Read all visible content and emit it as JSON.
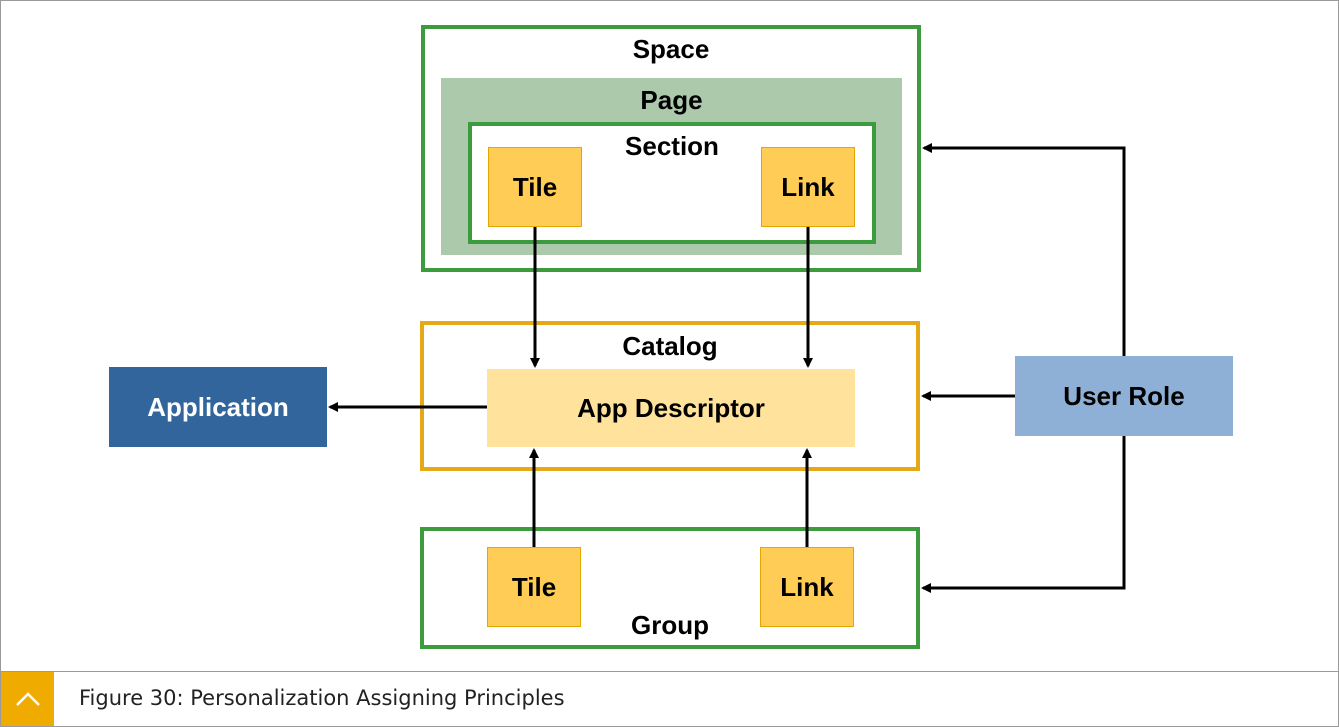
{
  "diagram": {
    "space": {
      "label": "Space"
    },
    "page": {
      "label": "Page"
    },
    "section": {
      "label": "Section",
      "tile": "Tile",
      "link": "Link"
    },
    "catalog": {
      "label": "Catalog",
      "app_descriptor": "App Descriptor"
    },
    "application": {
      "label": "Application"
    },
    "user_role": {
      "label": "User Role"
    },
    "group": {
      "label": "Group",
      "tile": "Tile",
      "link": "Link"
    },
    "colors": {
      "green_border": "#3c9b3c",
      "page_fill": "#acc9ac",
      "tile_fill": "#ffcc55",
      "tile_border": "#e0a800",
      "catalog_border": "#e6a817",
      "descriptor_fill": "#ffe29c",
      "application_fill": "#31659c",
      "user_role_fill": "#8eb0d6"
    }
  },
  "caption": {
    "icon": "chevron-up-icon",
    "text": "Figure 30: Personalization Assigning Principles"
  }
}
